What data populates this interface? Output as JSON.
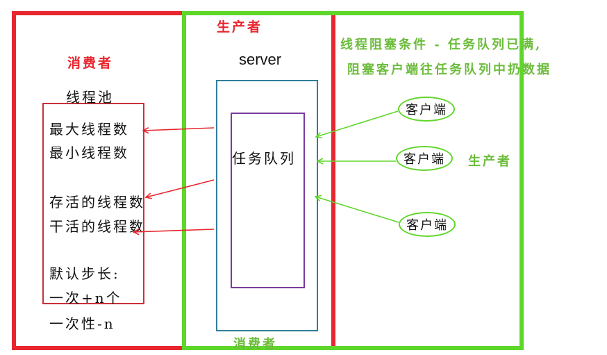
{
  "labels": {
    "consumer_left": "消费者",
    "producer_top": "生产者",
    "server": "server",
    "thread_pool": "线程池",
    "task_queue": "任务队列",
    "consumer_bottom": "消费者",
    "producer_right": "生产者",
    "block_condition_line1": "线程阻塞条件 - 任务队列已满,",
    "block_condition_line2": "阻塞客户端往任务队列中扔数据"
  },
  "pool_items": [
    "最大线程数",
    "最小线程数",
    "存活的线程数",
    "干活的线程数",
    "默认步长:",
    "一次+n个",
    "一次性-n"
  ],
  "clients": [
    "客户端",
    "客户端",
    "客户端"
  ],
  "colors": {
    "consumer_red": "#e8262f",
    "producer_green": "#5fd62a",
    "server_border": "#2f7f9a",
    "queue_border": "#7a3b9e"
  }
}
